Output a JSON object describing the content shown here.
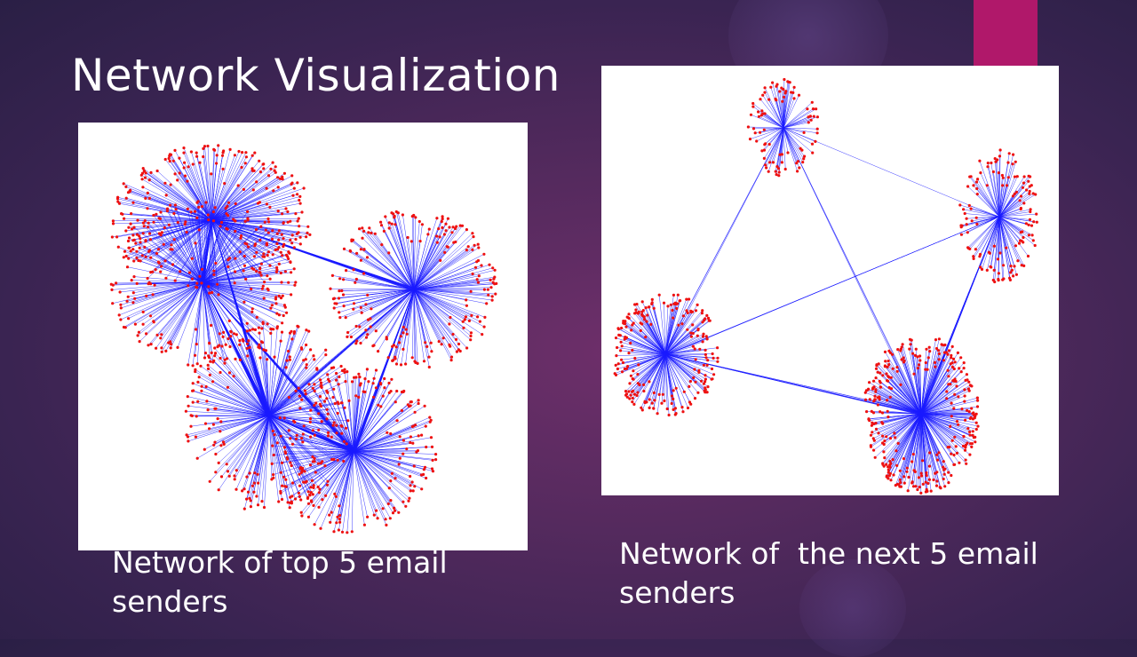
{
  "slide": {
    "title": "Network Visualization"
  },
  "figures": {
    "left": {
      "caption": "Network of top 5 email senders"
    },
    "right": {
      "caption": "Network of  the next 5 email\nsenders"
    }
  },
  "colors": {
    "edge": "#1a1aff",
    "node": "#ee1111",
    "accent_tab": "#b0186a",
    "title_text": "#ffffff",
    "panel_bg": "#ffffff"
  }
}
